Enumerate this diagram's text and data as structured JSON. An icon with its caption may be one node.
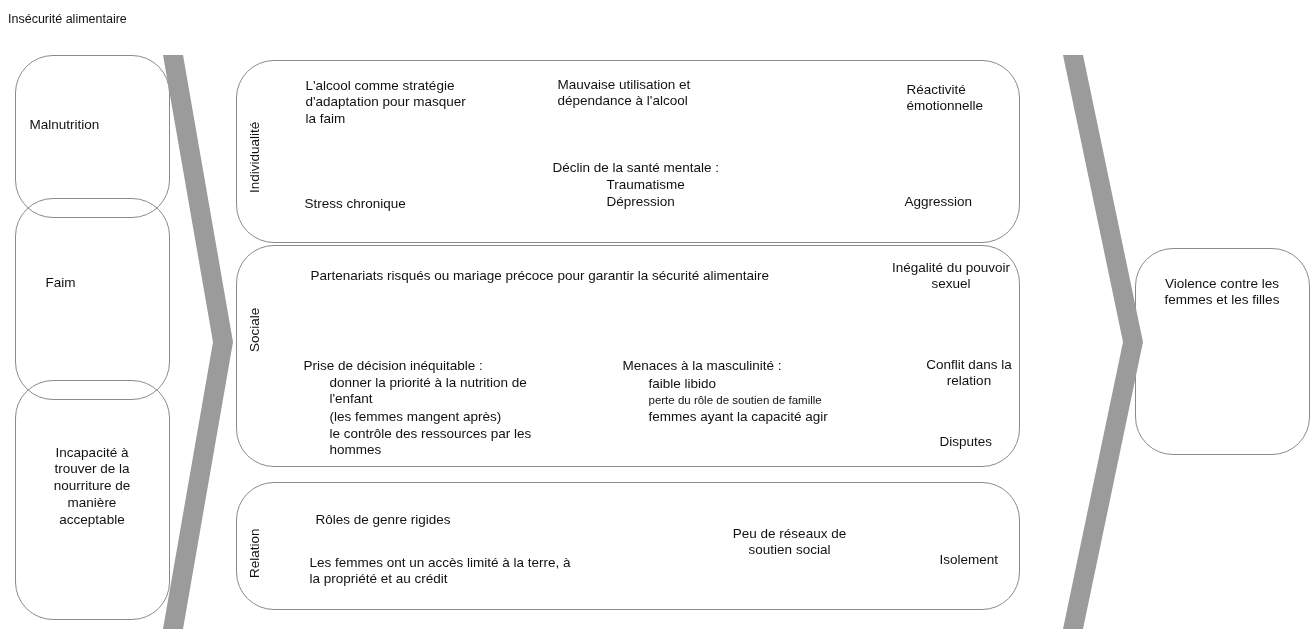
{
  "diagram": {
    "title": "Insécurité alimentaire",
    "nodes": [
      {
        "text": [
          "Malnutrition"
        ]
      },
      {
        "text": [
          "Faim"
        ]
      },
      {
        "text": [
          "Incapacité à trouver de la nourriture de manière acceptable"
        ]
      },
      {
        "text": [
          "Individualité",
          "L'alcool comme stratégie d'adaptation pour masquer la faim",
          "Mauvaise utilisation et dépendance à l'alcool",
          "Réactivité émotionnelle",
          "Déclin de la santé mentale :",
          "Traumatisme",
          "Dépression",
          "Stress chronique",
          "Aggression"
        ]
      },
      {
        "text": [
          "Sociale",
          "Partenariats risqués ou mariage précoce pour garantir la sécurité alimentaire",
          "Inégalité du pouvoir sexuel",
          "Prise de décision inéquitable :",
          "donner la priorité à la nutrition de l'enfant",
          "(les femmes mangent après)",
          "le contrôle des ressources par les hommes",
          "Menaces à la masculinité :",
          "faible libido",
          "perte du rôle de soutien de famille",
          "femmes ayant la capacité agir",
          "Conflit dans la relation",
          "Disputes"
        ]
      },
      {
        "text": [
          "Relation",
          "Rôles de genre rigides",
          "Les femmes ont un accès limité à la terre, à la propriété et au crédit",
          "Peu de réseaux de soutien social",
          "Isolement"
        ]
      },
      {
        "text": [
          "Violence contre les femmes et les filles"
        ]
      },
      {
        "text": [],
        "shape": "chevron"
      },
      {
        "text": [],
        "shape": "chevron"
      }
    ]
  }
}
